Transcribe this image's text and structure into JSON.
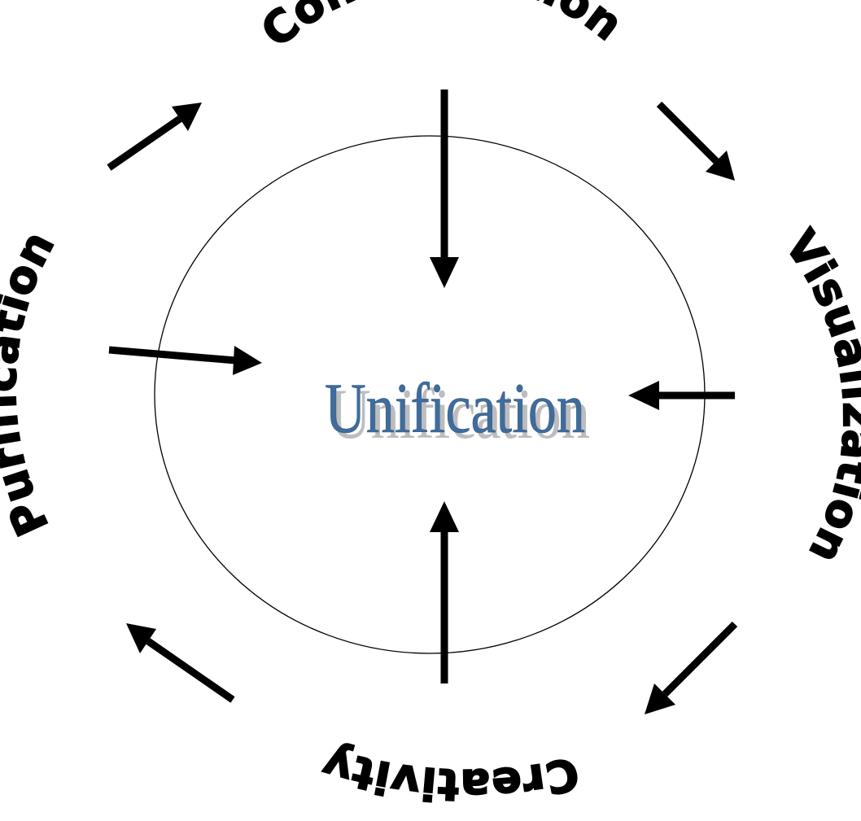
{
  "center": {
    "label": "Unification"
  },
  "phases": {
    "top": "Concentration",
    "right": "Visualization",
    "bottom": "Creativity",
    "left": "Purification"
  },
  "colors": {
    "center_text": "#3f6c9c",
    "center_shadow": "#bdbdbd",
    "labels": "#000000",
    "arrows": "#000000",
    "circle": "#000000"
  },
  "arrows": {
    "inward": [
      "top",
      "right",
      "bottom",
      "left"
    ],
    "cycle": [
      "top-to-right",
      "right-to-bottom",
      "bottom-to-left",
      "left-to-top"
    ]
  }
}
